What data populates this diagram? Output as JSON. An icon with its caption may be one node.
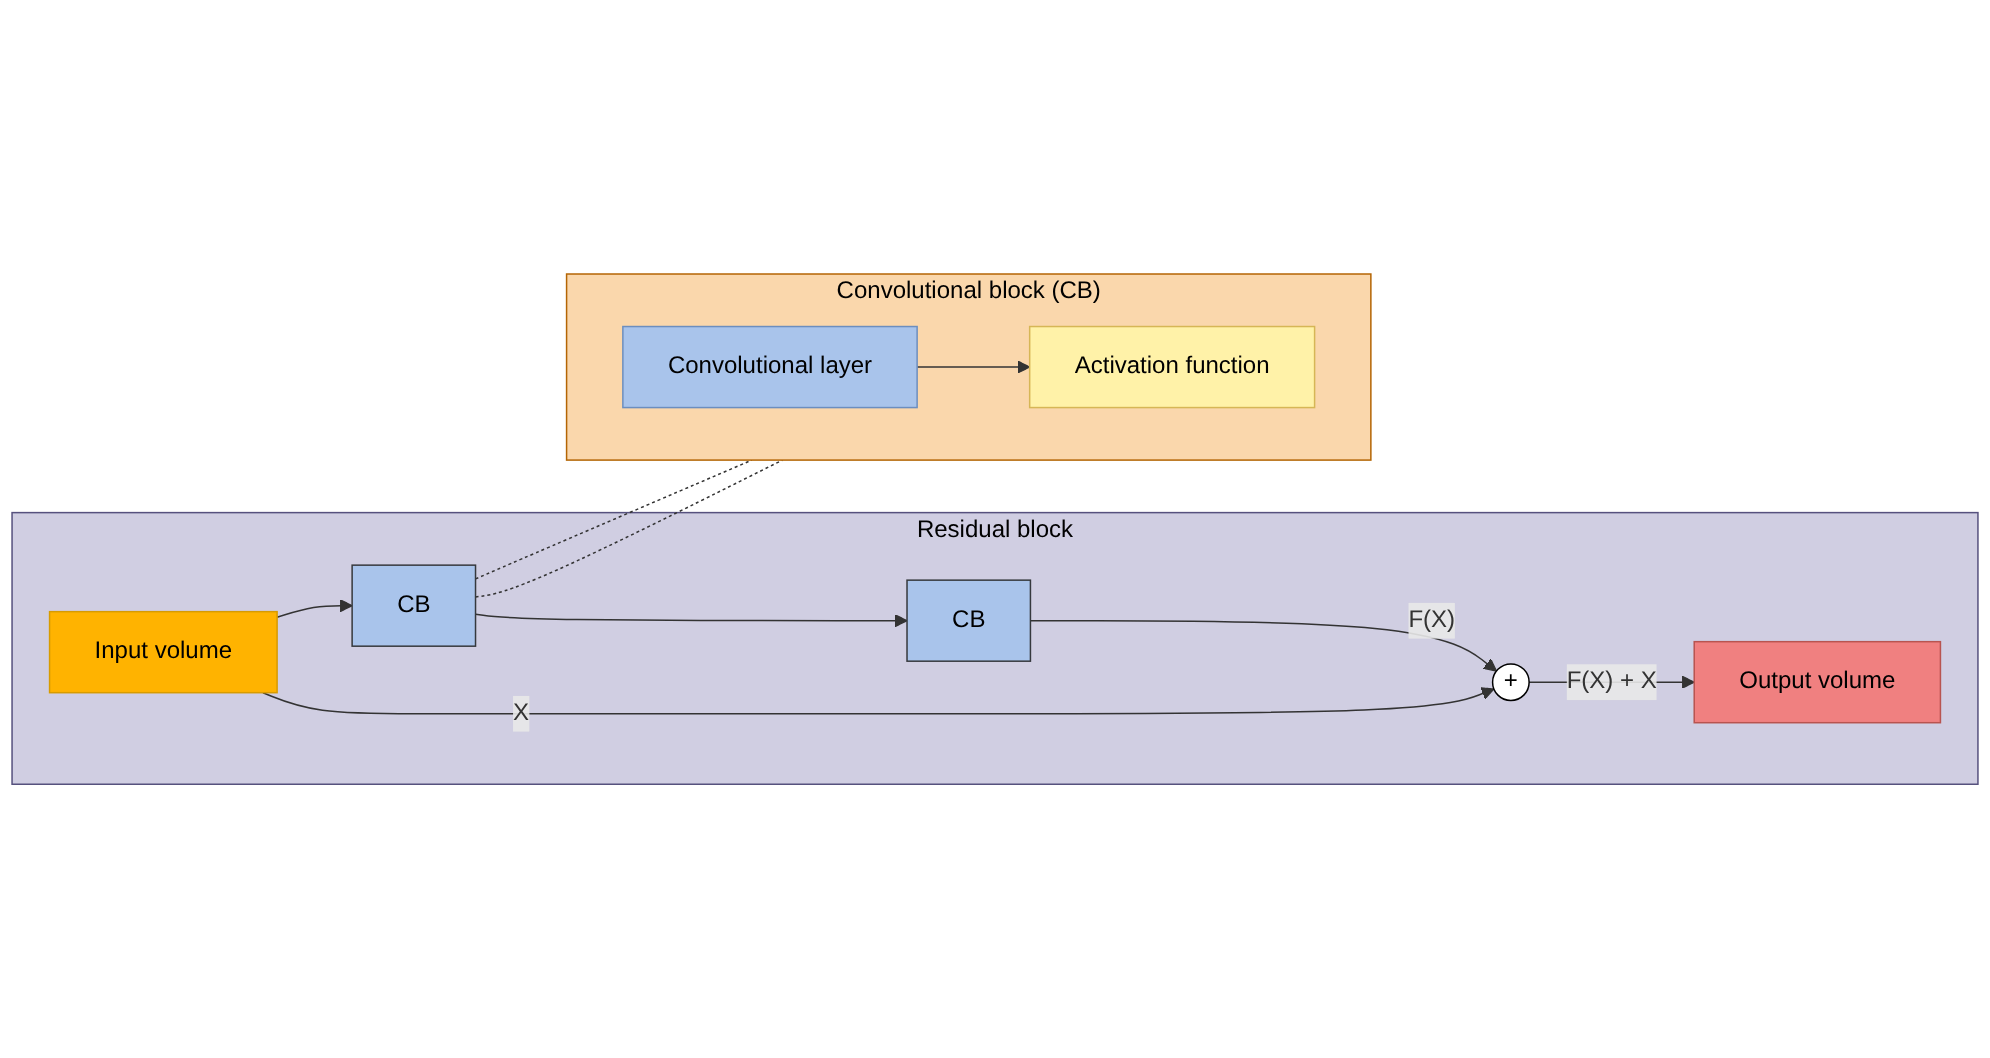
{
  "diagram": {
    "nodes": [
      {
        "text": [
          "Residual block"
        ]
      },
      {
        "text": [
          "Input volume"
        ],
        "in": 0
      },
      {
        "text": [
          "CB"
        ],
        "in": 0
      },
      {
        "text": [
          "CB"
        ],
        "in": 0
      },
      {
        "text": [
          "+"
        ],
        "in": 0
      },
      {
        "text": [
          "Output volume"
        ],
        "in": 0
      },
      {
        "text": [
          "Convolutional block (CB)"
        ]
      },
      {
        "text": [
          "Convolutional layer"
        ],
        "in": 6
      },
      {
        "text": [
          "Activation function"
        ],
        "in": 6
      }
    ],
    "edges": [
      {
        "from": 1,
        "to": 2,
        "arrow": "to"
      },
      {
        "from": 1,
        "to": 4,
        "arrow": "to",
        "label": "X"
      },
      {
        "from": 2,
        "to": 3,
        "arrow": "to"
      },
      {
        "from": 3,
        "to": 4,
        "arrow": "to",
        "label": "F(X)"
      },
      {
        "from": 4,
        "to": 5,
        "arrow": "to",
        "label": "F(X) + X"
      },
      {
        "from": 2,
        "to": 6,
        "arrow": "none",
        "style": "dashed"
      },
      {
        "from": 2,
        "to": 6,
        "arrow": "none",
        "style": "dashed"
      },
      {
        "from": 7,
        "to": 8,
        "arrow": "to"
      }
    ]
  }
}
